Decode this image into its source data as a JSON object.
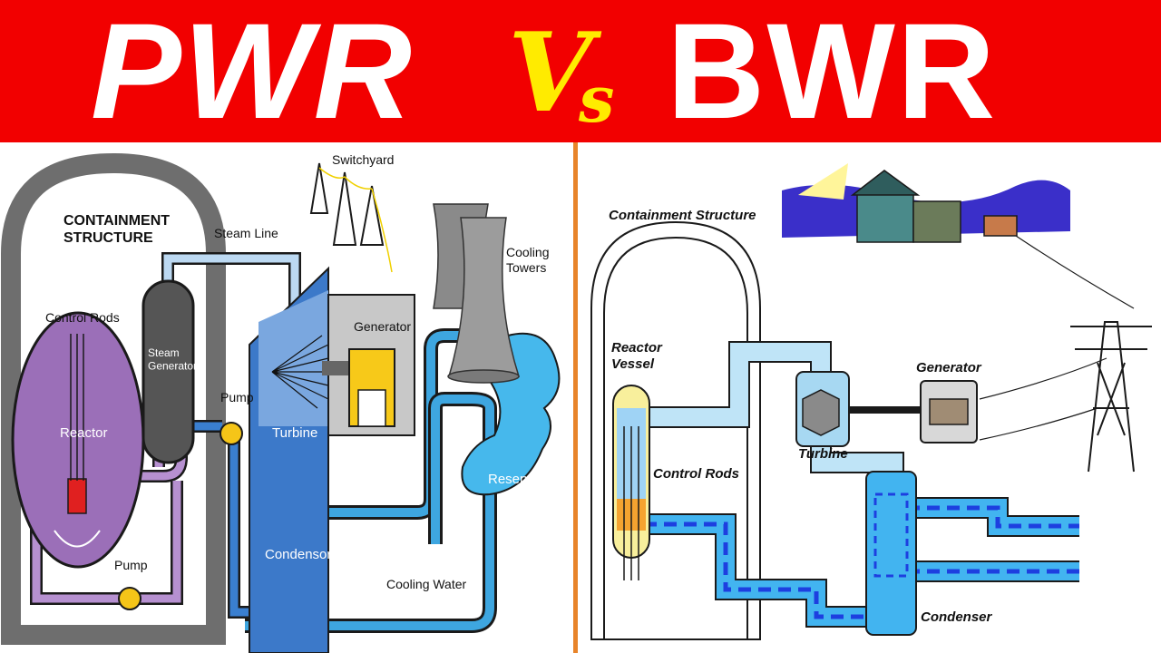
{
  "banner": {
    "left_title": "PWR",
    "vs_v": "V",
    "vs_s": "s",
    "right_title": "BWR"
  },
  "pwr": {
    "containment": "CONTAINMENT STRUCTURE",
    "control_rods": "Control Rods",
    "steam_generator": "Steam Generator",
    "reactor": "Reactor",
    "pump_top": "Pump",
    "pump_bottom": "Pump",
    "steam_line": "Steam Line",
    "switchyard": "Switchyard",
    "generator": "Generator",
    "turbine": "Turbine",
    "condenser": "Condensor",
    "cooling_towers": "Cooling Towers",
    "reservoir": "Reservoir",
    "cooling_water": "Cooling Water"
  },
  "bwr": {
    "containment": "Containment Structure",
    "reactor_vessel": "Reactor Vessel",
    "control_rods": "Control Rods",
    "turbine": "Turbine",
    "generator": "Generator",
    "condenser": "Condenser"
  },
  "colors": {
    "banner": "#f20000",
    "vs": "#ffeb00",
    "divider": "#e8842a",
    "pipe_blue": "#3ea6e0",
    "reactor_purple": "#9b6fb8"
  }
}
